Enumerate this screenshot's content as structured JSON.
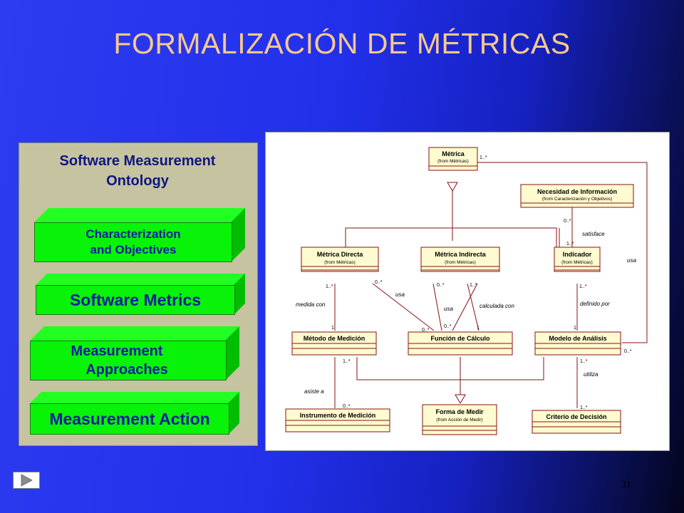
{
  "slide": {
    "title": "FORMALIZACIÓN DE MÉTRICAS",
    "page_number": "31",
    "nav_icon": "arrow-right-icon"
  },
  "ontology": {
    "title_line1": "Software Measurement",
    "title_line2": "Ontology",
    "boxes": [
      {
        "line1": "Characterization",
        "line2": "and Objectives"
      },
      {
        "line1": "Software Metrics",
        "line2": ""
      },
      {
        "line1": "Measurement",
        "line2": "Approaches"
      },
      {
        "line1": "Measurement Action",
        "line2": ""
      }
    ]
  },
  "uml": {
    "classes": [
      {
        "id": "metrica",
        "name": "Métrica",
        "from": "(from Métricas)"
      },
      {
        "id": "necesidad",
        "name": "Necesidad de Información",
        "from": "(from Caracterización y Objetivos)"
      },
      {
        "id": "directa",
        "name": "Métrica Directa",
        "from": "(from Métricas)"
      },
      {
        "id": "indirecta",
        "name": "Métrica Indirecta",
        "from": "(from Métricas)"
      },
      {
        "id": "indicador",
        "name": "Indicador",
        "from": "(from Métricas)"
      },
      {
        "id": "metodo",
        "name": "Método de Medición",
        "from": ""
      },
      {
        "id": "funcion",
        "name": "Función de Cálculo",
        "from": ""
      },
      {
        "id": "modelo",
        "name": "Modelo de Análisis",
        "from": ""
      },
      {
        "id": "instrumento",
        "name": "Instrumento de Medición",
        "from": ""
      },
      {
        "id": "forma",
        "name": "Forma de Medir",
        "from": "(from Acción de Medir)"
      },
      {
        "id": "criterio",
        "name": "Criterio de Decisión",
        "from": ""
      }
    ],
    "labels": {
      "satisface": "satisface",
      "usa": "usa",
      "medida_con": "medida con",
      "calculada_con": "calculada con",
      "definido_por": "definido por",
      "asiste_a": "asiste a",
      "utiliza": "utiliza"
    },
    "mult": {
      "one_many": "1..*",
      "zero_many": "0..*",
      "one": "1"
    }
  }
}
